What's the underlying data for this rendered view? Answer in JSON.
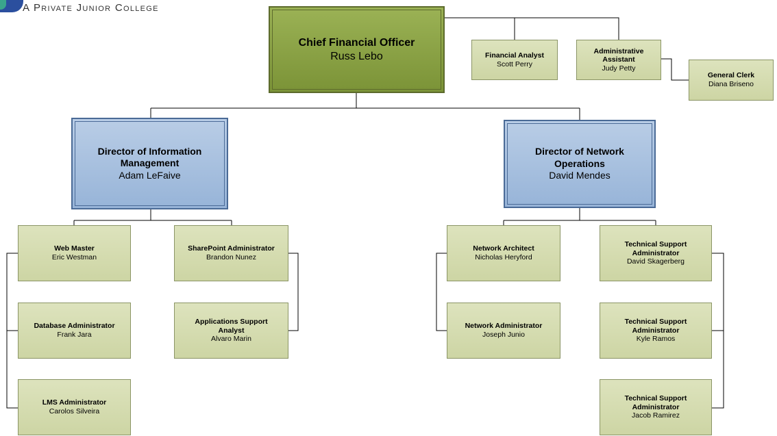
{
  "logo": {
    "tagline": "A Private Junior College",
    "mark": "college-logo-mark"
  },
  "colors": {
    "executive_fill": "#8aa345",
    "director_fill": "#a9c2e2",
    "staff_fill": "#d5dcb0",
    "connector": "#000000"
  },
  "chart": {
    "cfo": {
      "title": "Chief Financial Officer",
      "name": "Russ Lebo"
    },
    "financial_analyst": {
      "title": "Financial Analyst",
      "name": "Scott Perry"
    },
    "admin_assistant": {
      "title": "Administrative Assistant",
      "name": "Judy Petty"
    },
    "general_clerk": {
      "title": "General Clerk",
      "name": "Diana Briseno"
    },
    "dir_info": {
      "title": "Director of Information Management",
      "name": "Adam LeFaive"
    },
    "dir_net": {
      "title": "Director of Network Operations",
      "name": "David Mendes"
    },
    "web_master": {
      "title": "Web Master",
      "name": "Eric Westman"
    },
    "db_admin": {
      "title": "Database Administrator",
      "name": "Frank Jara"
    },
    "lms_admin": {
      "title": "LMS Administrator",
      "name": "Carolos Silveira"
    },
    "sharepoint_admin": {
      "title": "SharePoint Administrator",
      "name": "Brandon Nunez"
    },
    "apps_analyst": {
      "title": "Applications Support Analyst",
      "name": "Alvaro Marin"
    },
    "net_architect": {
      "title": "Network Architect",
      "name": "Nicholas Heryford"
    },
    "net_admin": {
      "title": "Network Administrator",
      "name": "Joseph Junio"
    },
    "tech_support_1": {
      "title": "Technical Support Administrator",
      "name": "David Skagerberg"
    },
    "tech_support_2": {
      "title": "Technical Support Administrator",
      "name": "Kyle Ramos"
    },
    "tech_support_3": {
      "title": "Technical Support Administrator",
      "name": "Jacob Ramirez"
    }
  }
}
